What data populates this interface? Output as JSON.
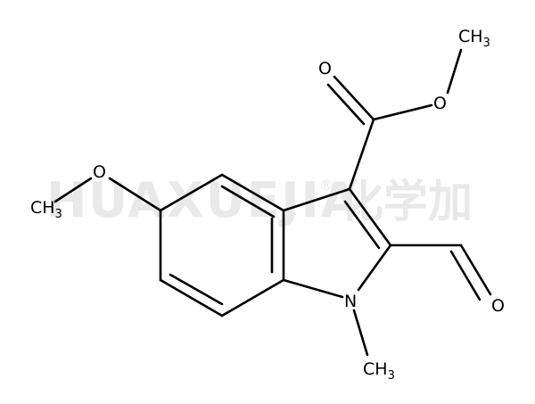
{
  "watermark": {
    "latin": "HUAXUEJIA",
    "registered": "®",
    "chinese": "化学加"
  },
  "atoms": {
    "carbonyl_oxygen": "O",
    "ester_oxygen": "O",
    "ester_methyl_c": "CH",
    "ester_methyl_sub": "3",
    "methoxy_oxygen": "O",
    "methoxy_methyl_c": "CH",
    "methoxy_methyl_sub": "3",
    "aldehyde_oxygen": "O",
    "ring_nitrogen": "N",
    "n_methyl_c": "CH",
    "n_methyl_sub": "3"
  },
  "colors": {
    "bond": "#000000",
    "label": "#000000",
    "watermark": "#e9e9e9",
    "background": "#ffffff"
  }
}
